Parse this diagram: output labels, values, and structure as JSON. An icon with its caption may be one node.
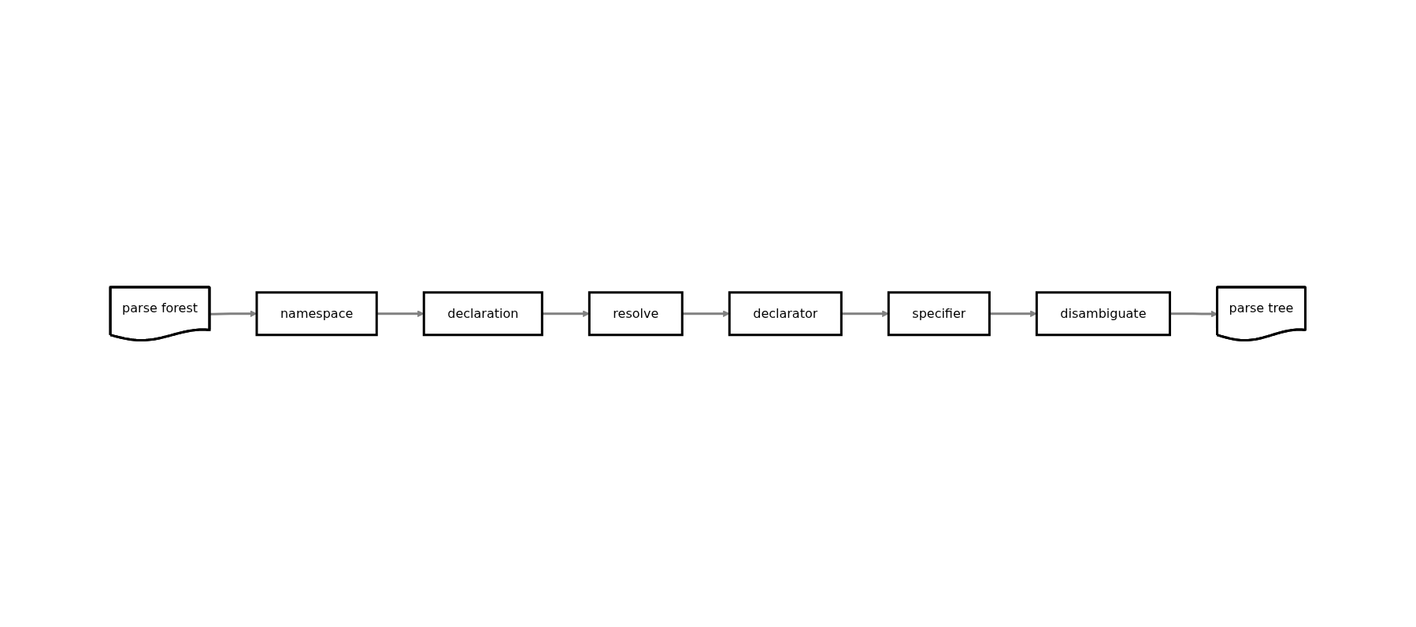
{
  "diagram": {
    "nodes": [
      {
        "text": [
          "parse forest"
        ]
      },
      {
        "text": [
          "namespace"
        ]
      },
      {
        "text": [
          "declaration"
        ]
      },
      {
        "text": [
          "resolve"
        ]
      },
      {
        "text": [
          "declarator"
        ]
      },
      {
        "text": [
          "specifier"
        ]
      },
      {
        "text": [
          "disambiguate"
        ]
      },
      {
        "text": [
          "parse tree"
        ]
      }
    ],
    "edges": [
      {
        "from": 0,
        "to": 1,
        "arrow": "to"
      },
      {
        "from": 1,
        "to": 2,
        "arrow": "to"
      },
      {
        "from": 2,
        "to": 3,
        "arrow": "to"
      },
      {
        "from": 3,
        "to": 4,
        "arrow": "to"
      },
      {
        "from": 4,
        "to": 5,
        "arrow": "to"
      },
      {
        "from": 5,
        "to": 6,
        "arrow": "to"
      },
      {
        "from": 6,
        "to": 7,
        "arrow": "to"
      }
    ]
  }
}
